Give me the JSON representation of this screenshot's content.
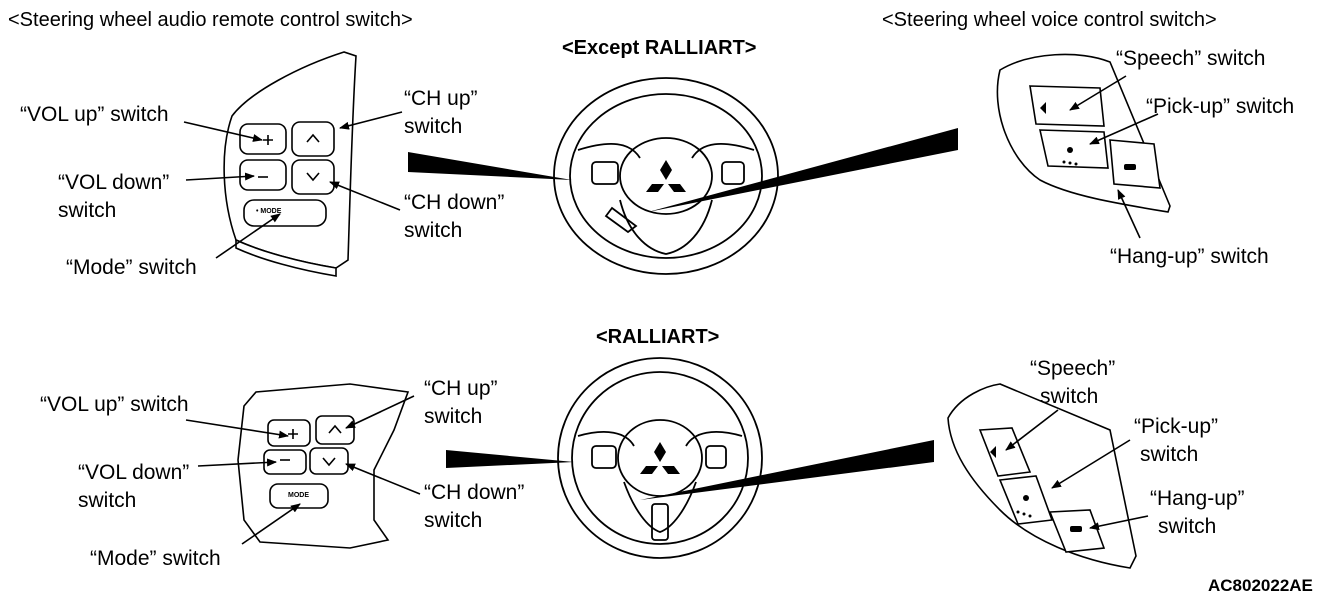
{
  "headers": {
    "audio_switch": "<Steering wheel audio remote control switch>",
    "voice_switch": "<Steering wheel voice control switch>"
  },
  "variants": {
    "except_ralliart": "<Except RALLIART>",
    "ralliart": "<RALLIART>"
  },
  "top": {
    "vol_up": "“VOL up” switch",
    "vol_down_1": "“VOL down”",
    "vol_down_2": "switch",
    "mode": "“Mode” switch",
    "ch_up_1": "“CH up”",
    "ch_up_2": "switch",
    "ch_down_1": "“CH down”",
    "ch_down_2": "switch",
    "speech": "“Speech” switch",
    "pickup": "“Pick-up” switch",
    "hangup": "“Hang-up” switch",
    "mode_button_text": "• MODE"
  },
  "bottom": {
    "vol_up": "“VOL up” switch",
    "vol_down_1": "“VOL down”",
    "vol_down_2": "switch",
    "mode": "“Mode” switch",
    "ch_up_1": "“CH up”",
    "ch_up_2": "switch",
    "ch_down_1": "“CH down”",
    "ch_down_2": "switch",
    "speech_1": "“Speech”",
    "speech_2": "switch",
    "pickup_1": "“Pick-up”",
    "pickup_2": "switch",
    "hangup_1": "“Hang-up”",
    "hangup_2": "switch",
    "mode_button_text": "MODE"
  },
  "figure_code": "AC802022AE"
}
